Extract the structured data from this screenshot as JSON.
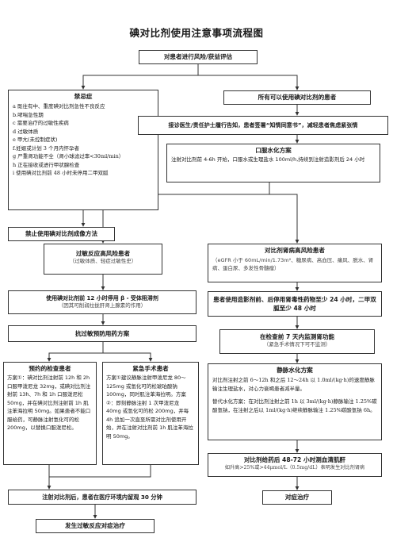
{
  "title": "碘对比剂使用注意事项流程图",
  "assess": "对患者进行风险/获益评估",
  "contraindications": {
    "title": "禁忌症",
    "items": [
      "a 既往有中、重度碘对比剂急性不良反应",
      "b.哮喘急性期",
      "c 需要治疗的过敏性疾病",
      "d 过敏体质",
      "e 甲亢(未控制症状)",
      "f.妊娠或计划 3 个月内怀孕者",
      "g 严重肾功能不全（肾小球滤过率<30ml/min）",
      "h 正在接收或进行甲状腺检查",
      "i 使用碘对比剂前 48 小时未停用二甲双胍"
    ]
  },
  "forbidden": "禁止使用碘对比剂成像方法",
  "eligible": "所有可以使用碘对比剂的患者",
  "inform": "接诊医生/责任护士履行告知，患者签署“知情同意书”，减轻患者焦虑紧张情",
  "oral_hydration": {
    "title": "口服水化方案",
    "text": "注射对比剂前 4-6h 开始，口服水或生理盐水 100ml/h,持续到注射造影剂后 24 小时"
  },
  "allergy_risk": {
    "title": "过敏反应高风险患者",
    "sub": "（过敏体质、轻症过敏性史）"
  },
  "renal_risk": {
    "title": "对比剂肾病高风险患者",
    "text": "（eGFR 小于 60mL/min/1.73m²、糖尿病、高血压、痛风、脱水、肾病、蛋白尿、多发性骨髓瘤）"
  },
  "beta_blocker": {
    "title": "使用碘对比剂前 12 小时停用 β - 受体阻滞剂",
    "sub": "（因其可削弱拉拢肝肾上腺素的作用）"
  },
  "renal_drug": "患者使用造影剂前、后停用肾毒性药物至少 24 小时，二甲双胍至少 48 小时",
  "anti_allergy": "抗过敏预防用药方案",
  "renal_monitor": {
    "title": "在检查前 7 天内监测肾功能",
    "sub": "（紧急手术情况下可不监测）"
  },
  "planned": {
    "title": "预约的检查患者",
    "text": "方案①：碘对比剂注射前 12h 和 2h 口服甲泼尼龙 32mg，或碘对比剂注射前 13h、7h 和 1h 口服泼尼松 50mg，并在碘对比剂注射前 1h 肌注苯海拉明 50mg。如果患者不能口服给药，可静脉注射氢化可的松 200mg，以替换口服泼尼松。"
  },
  "emergency": {
    "title": "紧急手术患者",
    "text": "方案①建议静脉注射甲泼尼龙 80～125mg 或氢化可的松琥珀酸钠 100mg，同时肌注苯海拉明。方案②：即刻静脉注射 1 次甲泼尼龙 40mg 或氢化可的松 200mg，并每 4h 追加一次直至所需对比剂使用开始，并在注射对比剂前 1h 肌注苯海拉明 50mg。"
  },
  "iv_hydration": {
    "title": "静脉水化方案",
    "p1": "对比剂注射之前 6～12h 和之后 12～24h 以 1.0ml/(kg·h)的速度静脉输注生理盐水，对心力衰竭患者减半量。",
    "p2": "替代水化方案：在对比剂注射之前 1h 以 3ml/(kg·h)静脉输注 1.25%碳酸氢钠，在注射之后以 1ml/(kg·h)继续静脉输注 1.25%碳酸氢钠 6h。"
  },
  "creatinine": {
    "title": "对比剂给药后 48-72 小时测血清肌酐",
    "sub": "如升高>25%或>44μmol/L（0.5mg/dL）表明发生对比剂肾病"
  },
  "observe": "注射对比剂后，患者在医疗环境内留观 30 分钟",
  "symptomatic_r": "对症治疗",
  "symptomatic_l": "发生过敏反应对症治疗"
}
